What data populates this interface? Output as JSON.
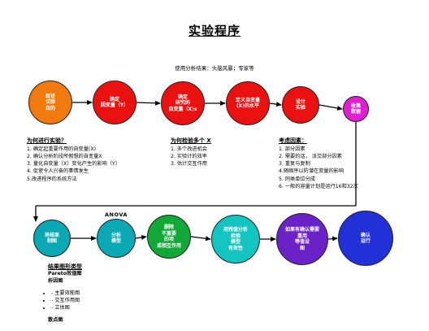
{
  "page": {
    "title": "实验程序",
    "subtitle": "使用分析结果：头脑风暴；专家等"
  },
  "flow_top": [
    {
      "name": "node-state-objective",
      "label": "叙述\n试验\n目的",
      "color": "#f07a0e",
      "dark": false
    },
    {
      "name": "node-define-response",
      "label": "确定\n因变量（Y）",
      "color": "#ea1111",
      "dark": false
    },
    {
      "name": "node-define-factors",
      "label": "确定\n研究的\n自变量（X)s",
      "color": "#ea1111",
      "dark": false
    },
    {
      "name": "node-define-levels",
      "label": "定义自变量\n(X)的水平",
      "color": "#ea1111",
      "dark": false
    },
    {
      "name": "node-design-experiment",
      "label": "设计\n实验",
      "color": "#ea1111",
      "dark": false
    },
    {
      "name": "node-collect-data",
      "label": "收集\n数据",
      "color": "#e01fd0",
      "dark": false
    }
  ],
  "flow_bottom": [
    {
      "name": "node-plot-results",
      "label": "将结果\n制图",
      "color": "#0aa8b4",
      "dark": false
    },
    {
      "name": "node-analyze-model",
      "label": "分析\n模型",
      "color": "#0aa8b4",
      "dark": false
    },
    {
      "name": "node-remove-insignificant",
      "label": "删除\n不重要\n的项\n或相互作用",
      "color": "#11a838",
      "dark": false
    },
    {
      "name": "node-residual-analysis",
      "label": "用残值分析\n检验\n模型\n有效性",
      "color": "#13c4c0",
      "dark": false
    },
    {
      "name": "node-adjust-levels",
      "label": "如果有确认需要\n重用\n等值设\n图",
      "color": "#6a22c8",
      "dark": false
    },
    {
      "name": "node-confirm-run",
      "label": "确认\n运行",
      "color": "#2230d8",
      "dark": false
    }
  ],
  "why_block": {
    "heading": "为何进行实验？",
    "items": [
      "1. 确定起重要作用的自变量(X)",
      "2. 确认分析阶段所假想的自变量X",
      "3. 量化自变量（X）变化产生的影响（Y）",
      "4. 促使令人兴奋的事情发生",
      "5.改进程序的系统方法"
    ]
  },
  "how_block": {
    "heading": "为何检验多个 X",
    "items": [
      "1.  多个改进机会",
      "2. 实验计的效率",
      "3.  估计交互作用"
    ]
  },
  "consider_block": {
    "heading": "考虑因素：",
    "items": [
      "1. 部分因素",
      "2. 需要的话，  派交部分因素",
      "3.  重复与复制",
      "4.随顺序以防潜在变量的影响",
      "5. 同类单位分成",
      "6. 一般的容量计划是运行16和32次"
    ]
  },
  "anova_label": "ANOVA",
  "results_block": {
    "heading": "结果图形类型",
    "line1": "Pareto效值图",
    "line2": "析因图",
    "sub_items": [
      "- 主要效能图",
      "- 交互作用图",
      "- 立体图"
    ],
    "line3": "散点图"
  },
  "colors": {
    "arrow": "#000000",
    "node_border": "#202020"
  }
}
